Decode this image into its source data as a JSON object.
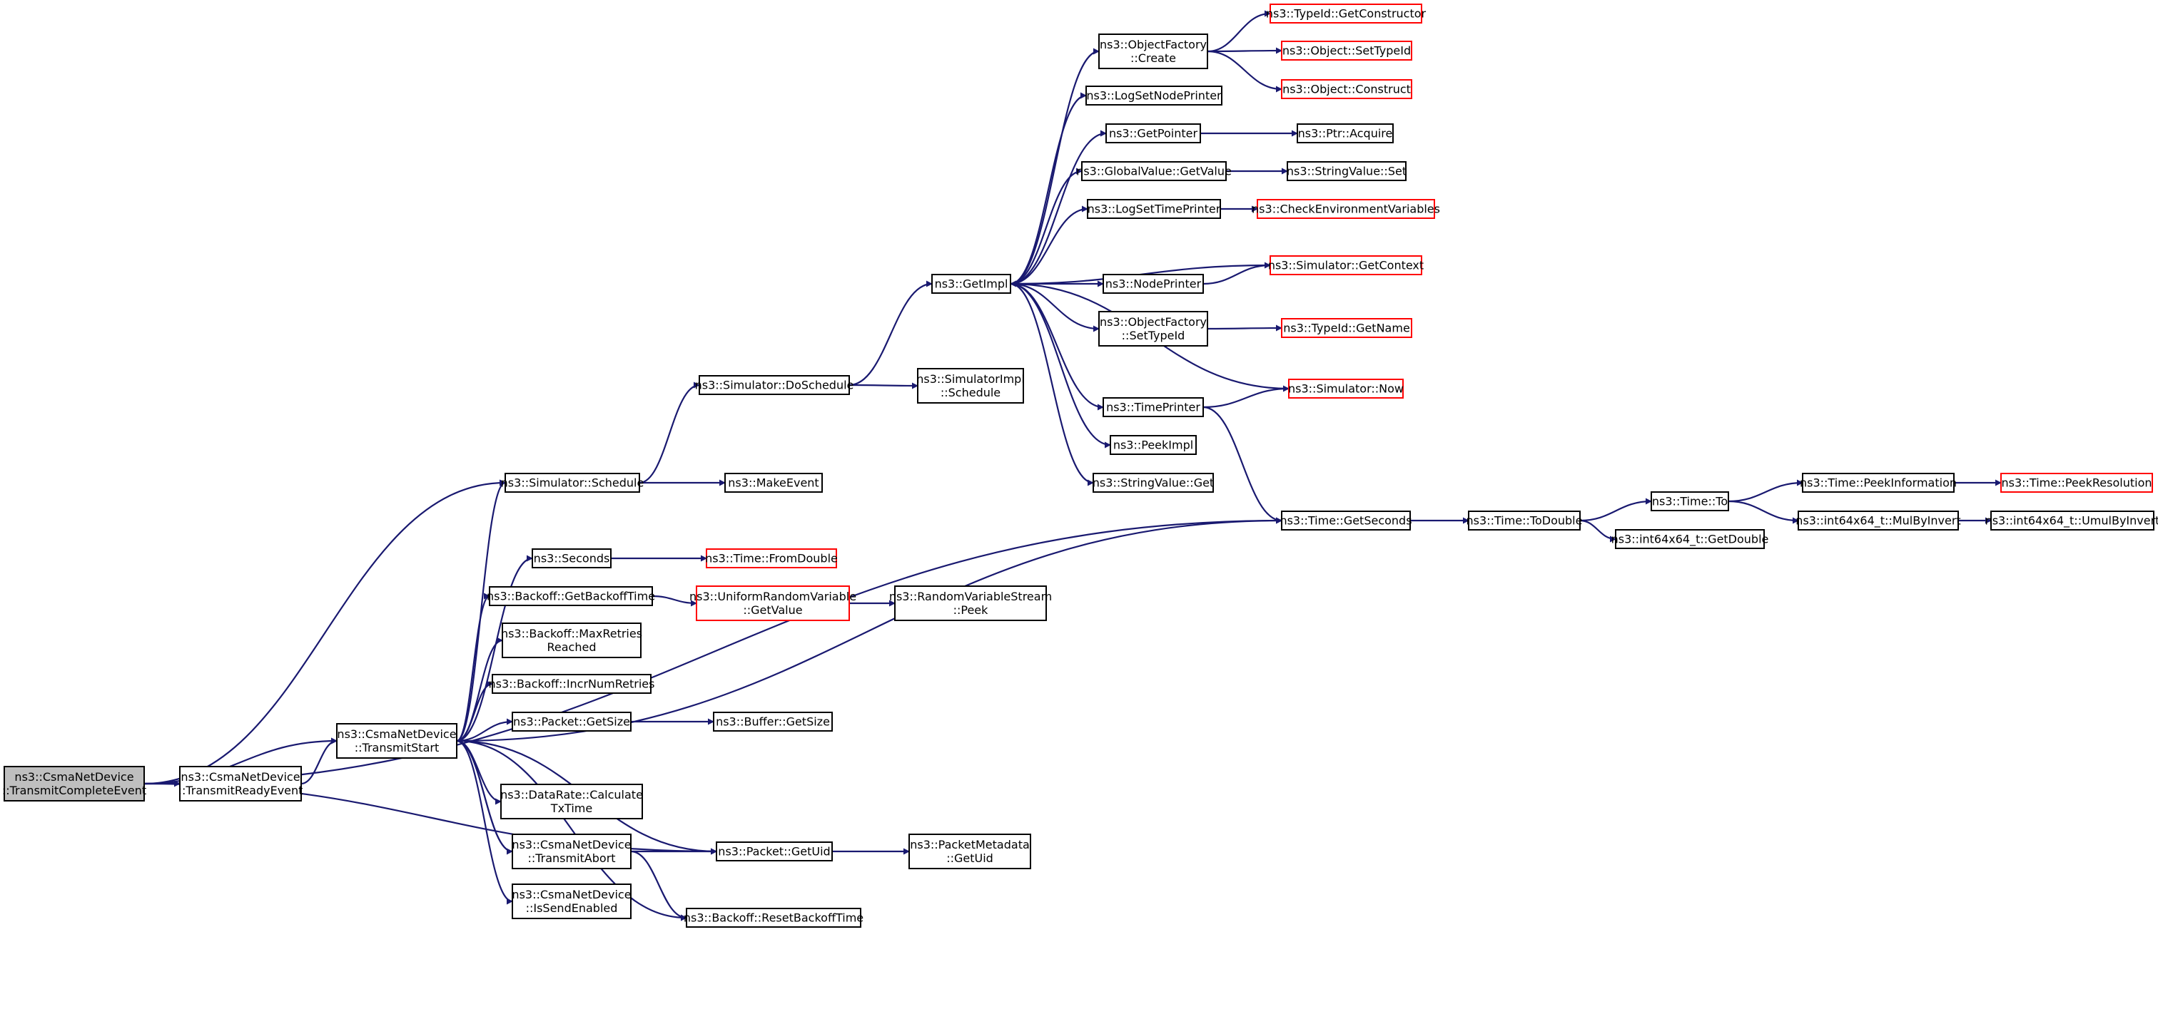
{
  "colors": {
    "edge": "#191970",
    "node_border": "#000000",
    "incomplete_border": "#ff0000",
    "root_fill": "#bfbfbf"
  },
  "nodes": [
    {
      "id": "root",
      "lines": [
        "ns3::CsmaNetDevice",
        "::TransmitCompleteEvent"
      ],
      "kind": "root"
    },
    {
      "id": "tre",
      "lines": [
        "ns3::CsmaNetDevice",
        "::TransmitReadyEvent"
      ],
      "kind": "normal"
    },
    {
      "id": "ts",
      "lines": [
        "ns3::CsmaNetDevice",
        "::TransmitStart"
      ],
      "kind": "normal"
    },
    {
      "id": "sched",
      "lines": [
        "ns3::Simulator::Schedule"
      ],
      "kind": "normal"
    },
    {
      "id": "dosched",
      "lines": [
        "ns3::Simulator::DoSchedule"
      ],
      "kind": "normal"
    },
    {
      "id": "makeev",
      "lines": [
        "ns3::MakeEvent"
      ],
      "kind": "normal"
    },
    {
      "id": "simimpl",
      "lines": [
        "ns3::SimulatorImpl",
        "::Schedule"
      ],
      "kind": "normal"
    },
    {
      "id": "getimpl",
      "lines": [
        "ns3::GetImpl"
      ],
      "kind": "normal"
    },
    {
      "id": "ofcreate",
      "lines": [
        "ns3::ObjectFactory",
        "::Create"
      ],
      "kind": "normal"
    },
    {
      "id": "tidgetctor",
      "lines": [
        "ns3::TypeId::GetConstructor"
      ],
      "kind": "red"
    },
    {
      "id": "objsettid",
      "lines": [
        "ns3::Object::SetTypeId"
      ],
      "kind": "red"
    },
    {
      "id": "objconstruct",
      "lines": [
        "ns3::Object::Construct"
      ],
      "kind": "red"
    },
    {
      "id": "lognode",
      "lines": [
        "ns3::LogSetNodePrinter"
      ],
      "kind": "normal"
    },
    {
      "id": "getptr",
      "lines": [
        "ns3::GetPointer"
      ],
      "kind": "normal"
    },
    {
      "id": "ptracq",
      "lines": [
        "ns3::Ptr::Acquire"
      ],
      "kind": "normal"
    },
    {
      "id": "gvget",
      "lines": [
        "ns3::GlobalValue::GetValue"
      ],
      "kind": "normal"
    },
    {
      "id": "svset",
      "lines": [
        "ns3::StringValue::Set"
      ],
      "kind": "normal"
    },
    {
      "id": "logtime",
      "lines": [
        "ns3::LogSetTimePrinter"
      ],
      "kind": "normal"
    },
    {
      "id": "checkenv",
      "lines": [
        "ns3::CheckEnvironmentVariables"
      ],
      "kind": "red"
    },
    {
      "id": "getctx",
      "lines": [
        "ns3::Simulator::GetContext"
      ],
      "kind": "red"
    },
    {
      "id": "nodeprinter",
      "lines": [
        "ns3::NodePrinter"
      ],
      "kind": "normal"
    },
    {
      "id": "ofsettid",
      "lines": [
        "ns3::ObjectFactory",
        "::SetTypeId"
      ],
      "kind": "normal"
    },
    {
      "id": "tidgetname",
      "lines": [
        "ns3::TypeId::GetName"
      ],
      "kind": "red"
    },
    {
      "id": "simnow",
      "lines": [
        "ns3::Simulator::Now"
      ],
      "kind": "red"
    },
    {
      "id": "timeprinter",
      "lines": [
        "ns3::TimePrinter"
      ],
      "kind": "normal"
    },
    {
      "id": "peekimpl",
      "lines": [
        "ns3::PeekImpl"
      ],
      "kind": "normal"
    },
    {
      "id": "svget",
      "lines": [
        "ns3::StringValue::Get"
      ],
      "kind": "normal"
    },
    {
      "id": "getsec",
      "lines": [
        "ns3::Time::GetSeconds"
      ],
      "kind": "normal"
    },
    {
      "id": "todouble",
      "lines": [
        "ns3::Time::ToDouble"
      ],
      "kind": "normal"
    },
    {
      "id": "timeto",
      "lines": [
        "ns3::Time::To"
      ],
      "kind": "normal"
    },
    {
      "id": "getdouble",
      "lines": [
        "ns3::int64x64_t::GetDouble"
      ],
      "kind": "normal"
    },
    {
      "id": "peekinfo",
      "lines": [
        "ns3::Time::PeekInformation"
      ],
      "kind": "normal"
    },
    {
      "id": "peekres",
      "lines": [
        "ns3::Time::PeekResolution"
      ],
      "kind": "red"
    },
    {
      "id": "mulbyinv",
      "lines": [
        "ns3::int64x64_t::MulByInvert"
      ],
      "kind": "normal"
    },
    {
      "id": "umulbyinv",
      "lines": [
        "ns3::int64x64_t::UmulByInvert"
      ],
      "kind": "normal"
    },
    {
      "id": "seconds",
      "lines": [
        "ns3::Seconds"
      ],
      "kind": "normal"
    },
    {
      "id": "fromdouble",
      "lines": [
        "ns3::Time::FromDouble"
      ],
      "kind": "red"
    },
    {
      "id": "getbackoff",
      "lines": [
        "ns3::Backoff::GetBackoffTime"
      ],
      "kind": "normal"
    },
    {
      "id": "urvget",
      "lines": [
        "ns3::UniformRandomVariable",
        "::GetValue"
      ],
      "kind": "red"
    },
    {
      "id": "rvspeek",
      "lines": [
        "ns3::RandomVariableStream",
        "::Peek"
      ],
      "kind": "normal"
    },
    {
      "id": "maxretries",
      "lines": [
        "ns3::Backoff::MaxRetries",
        "Reached"
      ],
      "kind": "normal"
    },
    {
      "id": "incrretries",
      "lines": [
        "ns3::Backoff::IncrNumRetries"
      ],
      "kind": "normal"
    },
    {
      "id": "pktgetsize",
      "lines": [
        "ns3::Packet::GetSize"
      ],
      "kind": "normal"
    },
    {
      "id": "bufgetsize",
      "lines": [
        "ns3::Buffer::GetSize"
      ],
      "kind": "normal"
    },
    {
      "id": "datarate",
      "lines": [
        "ns3::DataRate::Calculate",
        "TxTime"
      ],
      "kind": "normal"
    },
    {
      "id": "tabort",
      "lines": [
        "ns3::CsmaNetDevice",
        "::TransmitAbort"
      ],
      "kind": "normal"
    },
    {
      "id": "pktgetuid",
      "lines": [
        "ns3::Packet::GetUid"
      ],
      "kind": "normal"
    },
    {
      "id": "pmgetuid",
      "lines": [
        "ns3::PacketMetadata",
        "::GetUid"
      ],
      "kind": "normal"
    },
    {
      "id": "issend",
      "lines": [
        "ns3::CsmaNetDevice",
        "::IsSendEnabled"
      ],
      "kind": "normal"
    },
    {
      "id": "resetbackoff",
      "lines": [
        "ns3::Backoff::ResetBackoffTime"
      ],
      "kind": "normal"
    }
  ],
  "edges": [
    [
      "root",
      "tre"
    ],
    [
      "root",
      "ts"
    ],
    [
      "root",
      "sched"
    ],
    [
      "root",
      "pktgetuid"
    ],
    [
      "root",
      "getsec"
    ],
    [
      "tre",
      "ts"
    ],
    [
      "ts",
      "sched"
    ],
    [
      "ts",
      "getsec"
    ],
    [
      "ts",
      "seconds"
    ],
    [
      "ts",
      "getbackoff"
    ],
    [
      "ts",
      "maxretries"
    ],
    [
      "ts",
      "incrretries"
    ],
    [
      "ts",
      "pktgetsize"
    ],
    [
      "ts",
      "datarate"
    ],
    [
      "ts",
      "tabort"
    ],
    [
      "ts",
      "pktgetuid"
    ],
    [
      "ts",
      "issend"
    ],
    [
      "ts",
      "resetbackoff"
    ],
    [
      "sched",
      "dosched"
    ],
    [
      "sched",
      "makeev"
    ],
    [
      "dosched",
      "getimpl"
    ],
    [
      "dosched",
      "simimpl"
    ],
    [
      "getimpl",
      "ofcreate"
    ],
    [
      "getimpl",
      "lognode"
    ],
    [
      "getimpl",
      "getptr"
    ],
    [
      "getimpl",
      "gvget"
    ],
    [
      "getimpl",
      "logtime"
    ],
    [
      "getimpl",
      "nodeprinter"
    ],
    [
      "getimpl",
      "ofsettid"
    ],
    [
      "getimpl",
      "timeprinter"
    ],
    [
      "getimpl",
      "peekimpl"
    ],
    [
      "getimpl",
      "svget"
    ],
    [
      "ofcreate",
      "tidgetctor"
    ],
    [
      "ofcreate",
      "objsettid"
    ],
    [
      "ofcreate",
      "objconstruct"
    ],
    [
      "getptr",
      "ptracq"
    ],
    [
      "gvget",
      "svset"
    ],
    [
      "logtime",
      "checkenv"
    ],
    [
      "getctx",
      "getimpl"
    ],
    [
      "nodeprinter",
      "getctx"
    ],
    [
      "ofsettid",
      "tidgetname"
    ],
    [
      "simnow",
      "getimpl"
    ],
    [
      "timeprinter",
      "simnow"
    ],
    [
      "timeprinter",
      "getsec"
    ],
    [
      "getsec",
      "todouble"
    ],
    [
      "todouble",
      "timeto"
    ],
    [
      "todouble",
      "getdouble"
    ],
    [
      "timeto",
      "peekinfo"
    ],
    [
      "timeto",
      "mulbyinv"
    ],
    [
      "peekinfo",
      "peekres"
    ],
    [
      "mulbyinv",
      "umulbyinv"
    ],
    [
      "seconds",
      "fromdouble"
    ],
    [
      "getbackoff",
      "urvget"
    ],
    [
      "urvget",
      "rvspeek"
    ],
    [
      "pktgetsize",
      "bufgetsize"
    ],
    [
      "tabort",
      "ts"
    ],
    [
      "tabort",
      "pktgetuid"
    ],
    [
      "tabort",
      "resetbackoff"
    ],
    [
      "pktgetuid",
      "pmgetuid"
    ]
  ]
}
